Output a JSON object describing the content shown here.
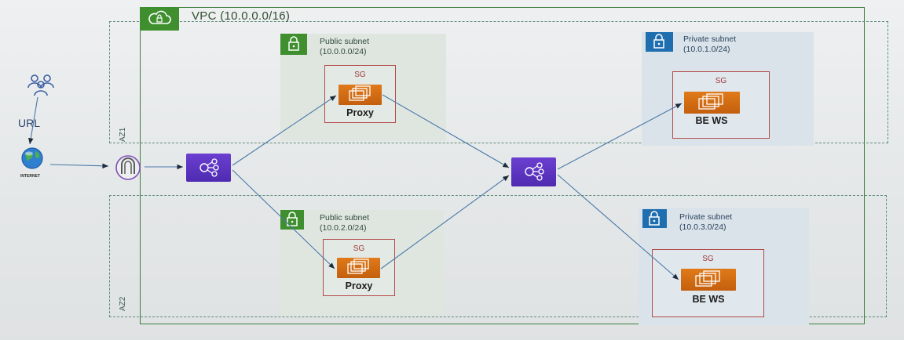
{
  "vpc": {
    "title": "VPC (10.0.0.0/16)"
  },
  "external": {
    "url_label": "URL",
    "internet_label": "INTERNET"
  },
  "az": {
    "az1": "AZ1",
    "az2": "AZ2"
  },
  "subnets": {
    "public_az1": {
      "title": "Public subnet",
      "cidr": "(10.0.0.0/24)",
      "sg": "SG",
      "instance": "Proxy"
    },
    "public_az2": {
      "title": "Public subnet",
      "cidr": "(10.0.2.0/24)",
      "sg": "SG",
      "instance": "Proxy"
    },
    "private_az1": {
      "title": "Private subnet",
      "cidr": "(10.0.1.0/24)",
      "sg": "SG",
      "instance": "BE WS"
    },
    "private_az2": {
      "title": "Private subnet",
      "cidr": "(10.0.3.0/24)",
      "sg": "SG",
      "instance": "BE WS"
    }
  },
  "icons": {
    "users": "users-icon",
    "internet": "globe-icon",
    "gateway": "internet-gateway-icon",
    "load_balancer": "load-balancer-icon",
    "instances": "ec2-instances-icon",
    "lock": "lock-icon",
    "cloud": "cloud-icon"
  },
  "colors": {
    "vpc_green": "#3f8f2f",
    "private_blue": "#1f6fb0",
    "ec2_orange": "#e07a1a",
    "elb_purple": "#5b33c4",
    "sg_red": "#b34a4a",
    "edge_blue": "#4a79a8"
  }
}
